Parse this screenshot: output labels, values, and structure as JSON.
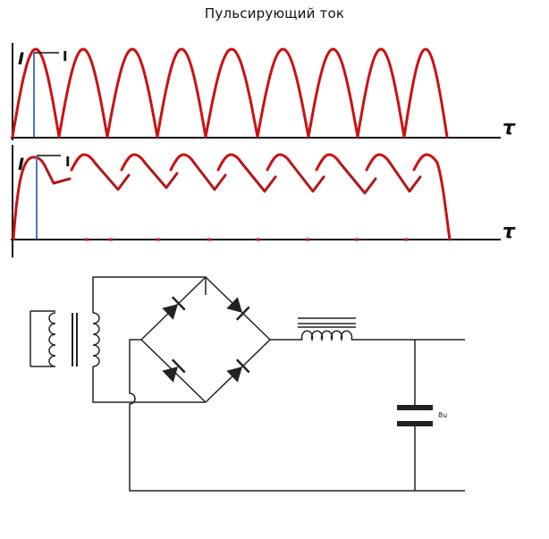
{
  "title": "Пульсирующий ток",
  "graph_top": {
    "y_label": "I",
    "x_label": "τ",
    "marker_label": "I"
  },
  "graph_bottom": {
    "y_label": "I",
    "x_label": "τ",
    "marker_label": "I"
  },
  "circuit": {
    "capacitor_label": "8u"
  },
  "colors": {
    "waveform": "#cc1111",
    "axis": "#111111",
    "marker": "#4a78c0",
    "ripple": "#b01a1a"
  }
}
